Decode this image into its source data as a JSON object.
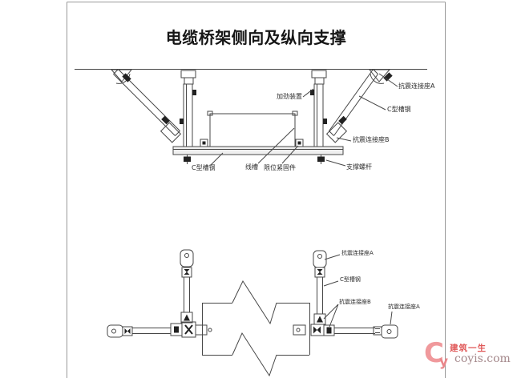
{
  "title": "电缆桥架侧向及纵向支撑",
  "side_view": {
    "labels": {
      "stiffener": "加劲装置",
      "seismic_seat_a": "抗震连接座A",
      "brace_channel": "C型槽钢",
      "seismic_seat_b": "抗震连接座B",
      "beam_channel": "C型槽钢",
      "wire_trough": "线槽",
      "limit_fastener": "限位紧固件",
      "support_screw_rod": "支撑螺杆"
    }
  },
  "plan_view": {
    "labels": {
      "seismic_seat_a_top": "抗震连接座A",
      "channel_steel": "C型槽钢",
      "seismic_seat_b": "抗震连接座B",
      "seismic_seat_a_right": "抗震连接座A"
    }
  },
  "watermark": {
    "logo_c": "C",
    "logo_y": "y",
    "brand": "建筑一生",
    "site": "coyis.com"
  },
  "colors": {
    "line": "#474747",
    "frame": "#9a9a9a",
    "watermark_red": "#e05a5a",
    "watermark_pink": "#f0999c",
    "watermark_gray": "#a5898c"
  }
}
